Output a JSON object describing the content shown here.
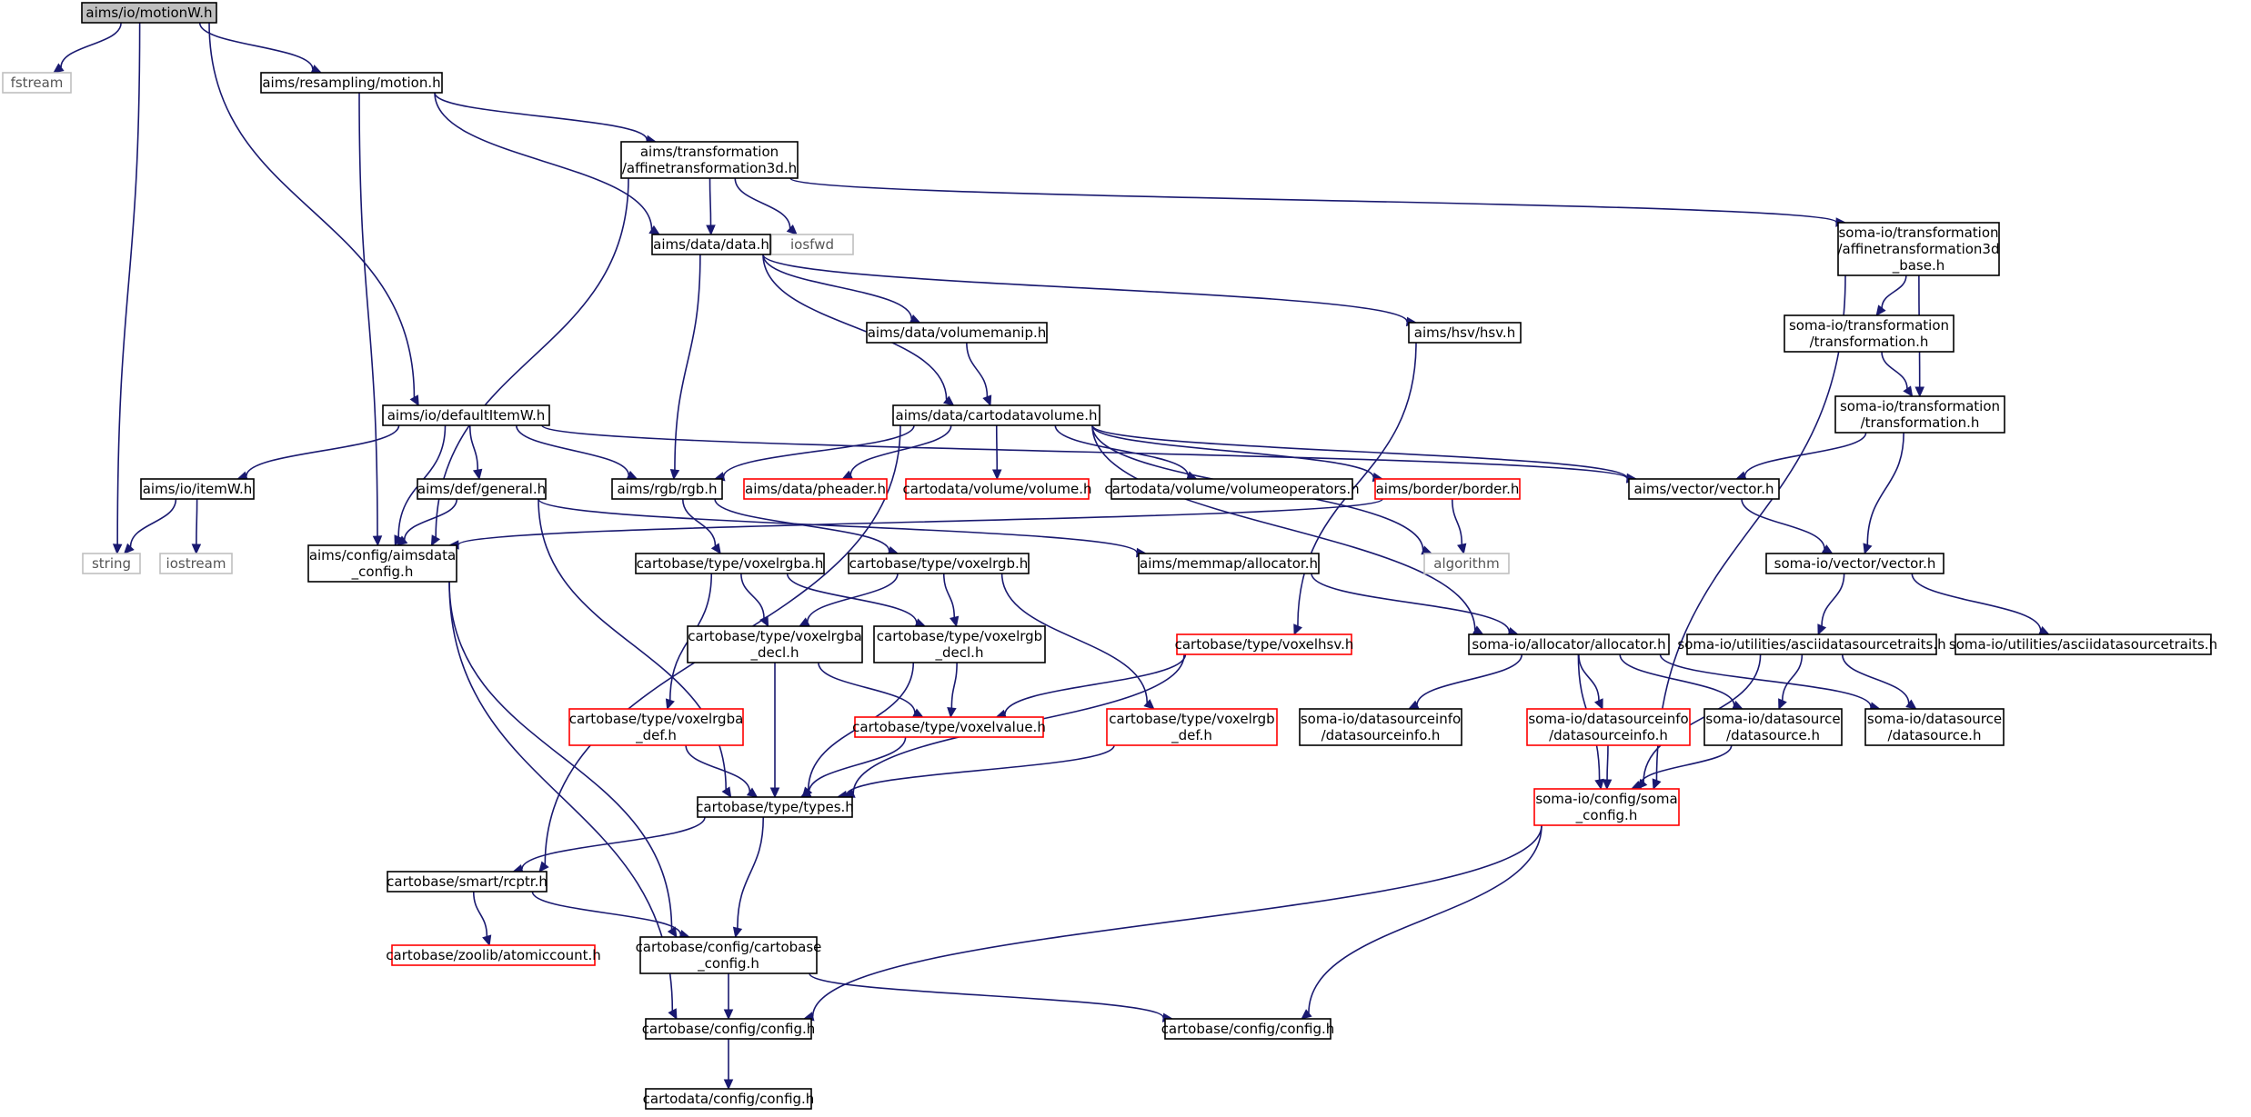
{
  "graph": {
    "nodes": [
      {
        "id": "motionW",
        "lines": [
          "aims/io/motionW.h"
        ],
        "kind": "root"
      },
      {
        "id": "fstream",
        "lines": [
          "fstream"
        ],
        "kind": "missing"
      },
      {
        "id": "resampling_motion",
        "lines": [
          "aims/resampling/motion.h"
        ],
        "kind": "normal"
      },
      {
        "id": "aims_aff3d",
        "lines": [
          "aims/transformation",
          "/affinetransformation3d.h"
        ],
        "kind": "normal"
      },
      {
        "id": "iosfwd",
        "lines": [
          "iosfwd"
        ],
        "kind": "missing"
      },
      {
        "id": "aims_data",
        "lines": [
          "aims/data/data.h"
        ],
        "kind": "normal"
      },
      {
        "id": "soma_aff3d_base",
        "lines": [
          "soma-io/transformation",
          "/affinetransformation3d",
          "_base.h"
        ],
        "kind": "normal"
      },
      {
        "id": "volumemanip",
        "lines": [
          "aims/data/volumemanip.h"
        ],
        "kind": "normal"
      },
      {
        "id": "hsv",
        "lines": [
          "aims/hsv/hsv.h"
        ],
        "kind": "normal"
      },
      {
        "id": "soma_transformation_a",
        "lines": [
          "soma-io/transformation",
          "/transformation.h"
        ],
        "kind": "normal"
      },
      {
        "id": "defaultItemW",
        "lines": [
          "aims/io/defaultItemW.h"
        ],
        "kind": "normal"
      },
      {
        "id": "cartodatavolume",
        "lines": [
          "aims/data/cartodatavolume.h"
        ],
        "kind": "normal"
      },
      {
        "id": "soma_transformation_b",
        "lines": [
          "soma-io/transformation",
          "/transformation.h"
        ],
        "kind": "normal"
      },
      {
        "id": "itemW",
        "lines": [
          "aims/io/itemW.h"
        ],
        "kind": "normal"
      },
      {
        "id": "def_general",
        "lines": [
          "aims/def/general.h"
        ],
        "kind": "normal"
      },
      {
        "id": "rgb",
        "lines": [
          "aims/rgb/rgb.h"
        ],
        "kind": "normal"
      },
      {
        "id": "pheader",
        "lines": [
          "aims/data/pheader.h"
        ],
        "kind": "trunc"
      },
      {
        "id": "cartodata_volume",
        "lines": [
          "cartodata/volume/volume.h"
        ],
        "kind": "trunc"
      },
      {
        "id": "volumeoperators",
        "lines": [
          "cartodata/volume/volumeoperators.h"
        ],
        "kind": "normal"
      },
      {
        "id": "border",
        "lines": [
          "aims/border/border.h"
        ],
        "kind": "trunc"
      },
      {
        "id": "aims_vector",
        "lines": [
          "aims/vector/vector.h"
        ],
        "kind": "normal"
      },
      {
        "id": "string",
        "lines": [
          "string"
        ],
        "kind": "missing"
      },
      {
        "id": "iostream",
        "lines": [
          "iostream"
        ],
        "kind": "missing"
      },
      {
        "id": "aimsdata_config",
        "lines": [
          "aims/config/aimsdata",
          "_config.h"
        ],
        "kind": "normal"
      },
      {
        "id": "voxelrgba",
        "lines": [
          "cartobase/type/voxelrgba.h"
        ],
        "kind": "normal"
      },
      {
        "id": "voxelrgb",
        "lines": [
          "cartobase/type/voxelrgb.h"
        ],
        "kind": "normal"
      },
      {
        "id": "memmap_allocator",
        "lines": [
          "aims/memmap/allocator.h"
        ],
        "kind": "normal"
      },
      {
        "id": "algorithm",
        "lines": [
          "algorithm"
        ],
        "kind": "missing"
      },
      {
        "id": "soma_vector",
        "lines": [
          "soma-io/vector/vector.h"
        ],
        "kind": "normal"
      },
      {
        "id": "voxelrgba_decl",
        "lines": [
          "cartobase/type/voxelrgba",
          "_decl.h"
        ],
        "kind": "normal"
      },
      {
        "id": "voxelrgb_decl",
        "lines": [
          "cartobase/type/voxelrgb",
          "_decl.h"
        ],
        "kind": "normal"
      },
      {
        "id": "voxelhsv",
        "lines": [
          "cartobase/type/voxelhsv.h"
        ],
        "kind": "trunc"
      },
      {
        "id": "soma_allocator",
        "lines": [
          "soma-io/allocator/allocator.h"
        ],
        "kind": "normal"
      },
      {
        "id": "asciidst_a",
        "lines": [
          "soma-io/utilities/asciidatasourcetraits.h"
        ],
        "kind": "normal"
      },
      {
        "id": "asciidst_b",
        "lines": [
          "soma-io/utilities/asciidatasourcetraits.h"
        ],
        "kind": "normal"
      },
      {
        "id": "voxelrgba_def",
        "lines": [
          "cartobase/type/voxelrgba",
          "_def.h"
        ],
        "kind": "trunc"
      },
      {
        "id": "voxelvalue",
        "lines": [
          "cartobase/type/voxelvalue.h"
        ],
        "kind": "trunc"
      },
      {
        "id": "voxelrgb_def",
        "lines": [
          "cartobase/type/voxelrgb",
          "_def.h"
        ],
        "kind": "trunc"
      },
      {
        "id": "dsinfo_a",
        "lines": [
          "soma-io/datasourceinfo",
          "/datasourceinfo.h"
        ],
        "kind": "normal"
      },
      {
        "id": "dsinfo_b",
        "lines": [
          "soma-io/datasourceinfo",
          "/datasourceinfo.h"
        ],
        "kind": "trunc"
      },
      {
        "id": "datasource_a",
        "lines": [
          "soma-io/datasource",
          "/datasource.h"
        ],
        "kind": "normal"
      },
      {
        "id": "datasource_b",
        "lines": [
          "soma-io/datasource",
          "/datasource.h"
        ],
        "kind": "normal"
      },
      {
        "id": "cartobase_types",
        "lines": [
          "cartobase/type/types.h"
        ],
        "kind": "normal"
      },
      {
        "id": "soma_config",
        "lines": [
          "soma-io/config/soma",
          "_config.h"
        ],
        "kind": "trunc"
      },
      {
        "id": "rcptr",
        "lines": [
          "cartobase/smart/rcptr.h"
        ],
        "kind": "normal"
      },
      {
        "id": "atomiccount",
        "lines": [
          "cartobase/zoolib/atomiccount.h"
        ],
        "kind": "trunc"
      },
      {
        "id": "cartobase_config",
        "lines": [
          "cartobase/config/cartobase",
          "_config.h"
        ],
        "kind": "normal"
      },
      {
        "id": "cb_config_a",
        "lines": [
          "cartobase/config/config.h"
        ],
        "kind": "normal"
      },
      {
        "id": "cb_config_b",
        "lines": [
          "cartobase/config/config.h"
        ],
        "kind": "normal"
      },
      {
        "id": "cartodata_config",
        "lines": [
          "cartodata/config/config.h"
        ],
        "kind": "normal"
      }
    ],
    "edges": [
      [
        "motionW",
        "fstream"
      ],
      [
        "motionW",
        "resampling_motion"
      ],
      [
        "motionW",
        "string"
      ],
      [
        "motionW",
        "defaultItemW"
      ],
      [
        "resampling_motion",
        "aims_aff3d"
      ],
      [
        "resampling_motion",
        "aims_data"
      ],
      [
        "resampling_motion",
        "aimsdata_config"
      ],
      [
        "aims_aff3d",
        "aims_data"
      ],
      [
        "aims_aff3d",
        "iosfwd"
      ],
      [
        "aims_aff3d",
        "soma_aff3d_base"
      ],
      [
        "aims_aff3d",
        "aimsdata_config"
      ],
      [
        "aims_data",
        "volumemanip"
      ],
      [
        "aims_data",
        "hsv"
      ],
      [
        "aims_data",
        "cartodatavolume"
      ],
      [
        "aims_data",
        "rgb"
      ],
      [
        "soma_aff3d_base",
        "soma_transformation_a"
      ],
      [
        "soma_aff3d_base",
        "soma_transformation_b"
      ],
      [
        "soma_aff3d_base",
        "soma_config"
      ],
      [
        "soma_transformation_a",
        "soma_transformation_b"
      ],
      [
        "volumemanip",
        "cartodatavolume"
      ],
      [
        "hsv",
        "voxelhsv"
      ],
      [
        "soma_transformation_b",
        "aims_vector"
      ],
      [
        "soma_transformation_b",
        "soma_vector"
      ],
      [
        "defaultItemW",
        "itemW"
      ],
      [
        "defaultItemW",
        "def_general"
      ],
      [
        "defaultItemW",
        "rgb"
      ],
      [
        "defaultItemW",
        "aimsdata_config"
      ],
      [
        "defaultItemW",
        "aims_vector"
      ],
      [
        "cartodatavolume",
        "rgb"
      ],
      [
        "cartodatavolume",
        "pheader"
      ],
      [
        "cartodatavolume",
        "cartodata_volume"
      ],
      [
        "cartodatavolume",
        "volumeoperators"
      ],
      [
        "cartodatavolume",
        "border"
      ],
      [
        "cartodatavolume",
        "aims_vector"
      ],
      [
        "cartodatavolume",
        "algorithm"
      ],
      [
        "cartodatavolume",
        "soma_allocator"
      ],
      [
        "cartodatavolume",
        "rcptr"
      ],
      [
        "itemW",
        "string"
      ],
      [
        "itemW",
        "iostream"
      ],
      [
        "def_general",
        "aimsdata_config"
      ],
      [
        "def_general",
        "memmap_allocator"
      ],
      [
        "def_general",
        "cartobase_types"
      ],
      [
        "rgb",
        "voxelrgba"
      ],
      [
        "rgb",
        "voxelrgb"
      ],
      [
        "border",
        "aimsdata_config"
      ],
      [
        "border",
        "algorithm"
      ],
      [
        "aims_vector",
        "soma_vector"
      ],
      [
        "aimsdata_config",
        "cartobase_config"
      ],
      [
        "aimsdata_config",
        "cb_config_a"
      ],
      [
        "voxelrgba",
        "voxelrgba_decl"
      ],
      [
        "voxelrgba",
        "voxelrgb_decl"
      ],
      [
        "voxelrgba",
        "voxelrgba_def"
      ],
      [
        "voxelrgb",
        "voxelrgba_decl"
      ],
      [
        "voxelrgb",
        "voxelrgb_decl"
      ],
      [
        "voxelrgb",
        "voxelrgb_def"
      ],
      [
        "memmap_allocator",
        "soma_allocator"
      ],
      [
        "soma_vector",
        "asciidst_a"
      ],
      [
        "soma_vector",
        "asciidst_b"
      ],
      [
        "voxelrgba_decl",
        "voxelvalue"
      ],
      [
        "voxelrgba_decl",
        "cartobase_types"
      ],
      [
        "voxelrgb_decl",
        "voxelvalue"
      ],
      [
        "voxelrgb_decl",
        "cartobase_types"
      ],
      [
        "voxelhsv",
        "voxelvalue"
      ],
      [
        "voxelhsv",
        "cartobase_types"
      ],
      [
        "soma_allocator",
        "dsinfo_a"
      ],
      [
        "soma_allocator",
        "dsinfo_b"
      ],
      [
        "soma_allocator",
        "datasource_a"
      ],
      [
        "soma_allocator",
        "datasource_b"
      ],
      [
        "soma_allocator",
        "soma_config"
      ],
      [
        "asciidst_a",
        "datasource_a"
      ],
      [
        "asciidst_a",
        "datasource_b"
      ],
      [
        "asciidst_a",
        "soma_config"
      ],
      [
        "voxelrgba_def",
        "cartobase_types"
      ],
      [
        "voxelvalue",
        "cartobase_types"
      ],
      [
        "voxelrgb_def",
        "cartobase_types"
      ],
      [
        "dsinfo_b",
        "soma_config"
      ],
      [
        "datasource_a",
        "soma_config"
      ],
      [
        "cartobase_types",
        "rcptr"
      ],
      [
        "cartobase_types",
        "cartobase_config"
      ],
      [
        "soma_config",
        "cb_config_a"
      ],
      [
        "soma_config",
        "cb_config_b"
      ],
      [
        "rcptr",
        "atomiccount"
      ],
      [
        "rcptr",
        "cartobase_config"
      ],
      [
        "cartobase_config",
        "cb_config_a"
      ],
      [
        "cartobase_config",
        "cb_config_b"
      ],
      [
        "cb_config_a",
        "cartodata_config"
      ]
    ]
  }
}
